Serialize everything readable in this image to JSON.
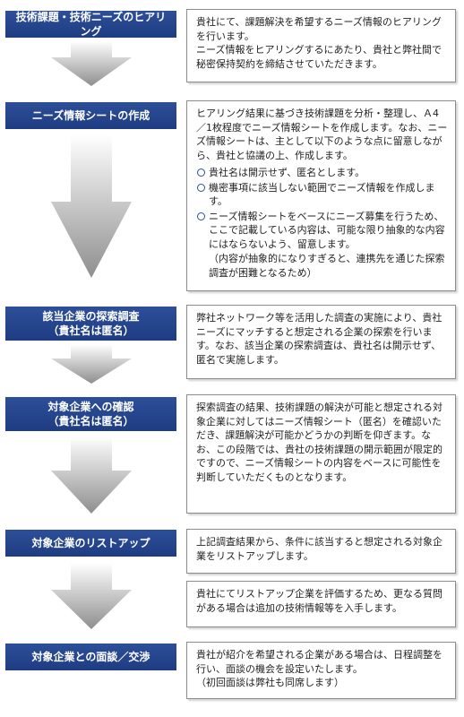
{
  "steps": [
    {
      "label": "技術課題・技術ニーズのヒアリング"
    },
    {
      "label": "ニーズ情報シートの作成"
    },
    {
      "label": "該当企業の探索調査\n（貴社名は匿名）"
    },
    {
      "label": "対象企業への確認\n（貴社名は匿名）"
    },
    {
      "label": "対象企業のリストアップ"
    },
    {
      "label": "対象企業との面談／交渉"
    }
  ],
  "boxes": [
    {
      "text": "貴社にて、課題解決を希望するニーズ情報のヒアリングを行います。\nニーズ情報をヒアリングするにあたり、貴社と弊社間で秘密保持契約を締結させていただきます。"
    },
    {
      "text": "ヒアリング結果に基づき技術課題を分析・整理し、Ａ4／1枚程度でニーズ情報シートを作成します。なお、ニーズ情報シートは、主として以下のような点に留意しながら、貴社と協議の上、作成します。",
      "bullets": [
        "貴社名は開示せず、匿名とします。",
        "機密事項に該当しない範囲でニーズ情報を作成します。",
        "ニーズ情報シートをベースにニーズ募集を行うため、ここで記載している内容は、可能な限り抽象的な内容にはならないよう、留意します。"
      ],
      "note": "（内容が抽象的になりすぎると、連携先を通じた探索調査が困難となるため）"
    },
    {
      "text": "弊社ネットワーク等を活用した調査の実施により、貴社ニーズにマッチすると想定される企業の探索を行います。なお、該当企業の探索調査は、貴社名は開示せず、匿名で実施します。"
    },
    {
      "text": "探索調査の結果、技術課題の解決が可能と想定される対象企業に対してはニーズ情報シート（匿名）を確認いただき、課題解決が可能かどうかの判断を仰ぎます。なお、この段階では、貴社の技術課題の開示範囲が限定的ですので、ニーズ情報シートの内容をベースに可能性を判断していただくものとなります。"
    },
    {
      "text": "上記調査結果から、条件に該当すると想定される対象企業をリストアップします。"
    },
    {
      "text": "貴社にてリストアップ企業を評価するため、更なる質問がある場合は追加の技術情報等を入手します。"
    },
    {
      "text": "貴社が紹介を希望される企業がある場合は、日程調整を行い、面談の機会を設定いたします。\n（初回面談は弊社も同席します）"
    }
  ]
}
